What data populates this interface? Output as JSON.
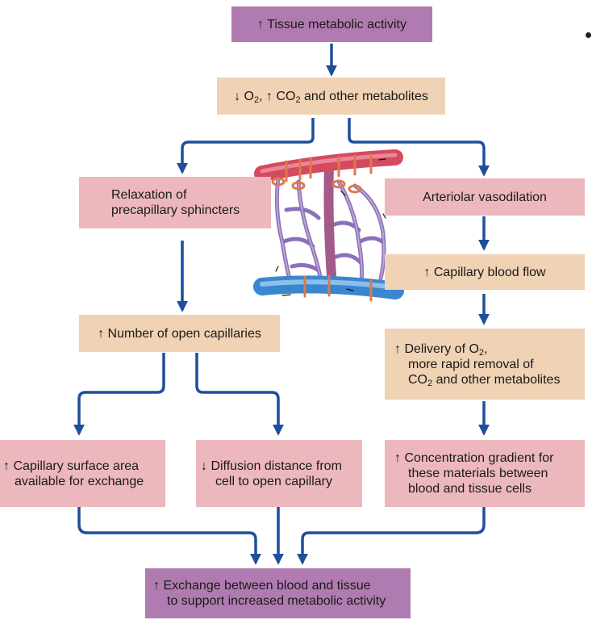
{
  "nodes": {
    "tissue_activity": {
      "line1": "↑ Tissue metabolic activity"
    },
    "metabolites": {
      "pre": "↓ O",
      "sub1": "2",
      "mid": ", ↑ CO",
      "sub2": "2",
      "post": " and other metabolites"
    },
    "relaxation": {
      "line1": "Relaxation of",
      "line2": "precapillary sphincters"
    },
    "vasodilation": {
      "line1": "Arteriolar vasodilation"
    },
    "blood_flow": {
      "line1": "↑ Capillary blood flow"
    },
    "open_capillaries": {
      "line1": "↑ Number of open capillaries"
    },
    "delivery": {
      "line1_pre": "↑ Delivery of O",
      "line1_sub": "2",
      "line1_post": ",",
      "line2": "more rapid removal of",
      "line3_pre": "CO",
      "line3_sub": "2",
      "line3_post": " and other metabolites"
    },
    "surface_area": {
      "line1": "↑ Capillary surface area",
      "line2": "available for exchange"
    },
    "diffusion": {
      "line1": "↓ Diffusion distance from",
      "line2": "cell to open capillary"
    },
    "gradient": {
      "line1": "↑ Concentration gradient for",
      "line2": "these materials between",
      "line3": "blood and tissue cells"
    },
    "exchange": {
      "line1": "↑ Exchange between blood and tissue",
      "line2": "to support increased metabolic activity"
    }
  },
  "colors": {
    "purple": "#b07bb0",
    "tan": "#f0d2b4",
    "pink": "#ecb8be",
    "arrow": "#1f4e9c",
    "artery": "#d44a5e",
    "vein": "#3a86cf",
    "sphincter": "#e0784a"
  }
}
